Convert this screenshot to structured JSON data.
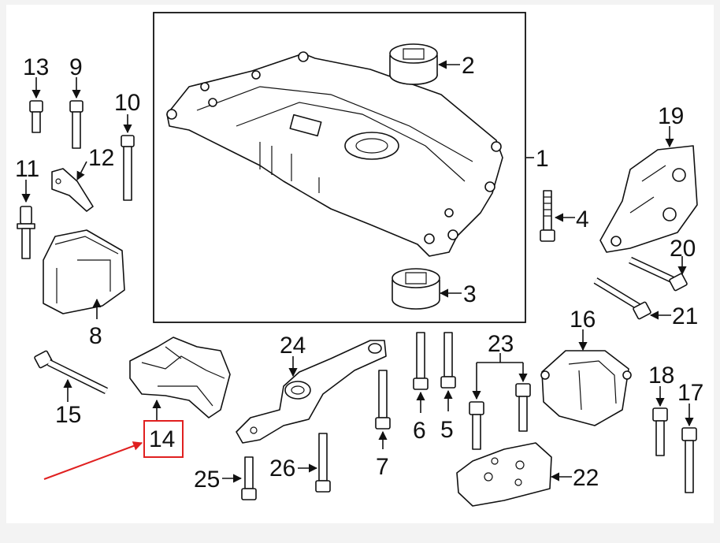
{
  "diagram": {
    "callouts": {
      "c1": "1",
      "c2": "2",
      "c3": "3",
      "c4": "4",
      "c5": "5",
      "c6": "6",
      "c7": "7",
      "c8": "8",
      "c9": "9",
      "c10": "10",
      "c11": "11",
      "c12": "12",
      "c13": "13",
      "c14": "14",
      "c15": "15",
      "c16": "16",
      "c17": "17",
      "c18": "18",
      "c19": "19",
      "c20": "20",
      "c21": "21",
      "c22": "22",
      "c23": "23",
      "c24": "24",
      "c25": "25",
      "c26": "26"
    },
    "highlight": {
      "callout": "14",
      "color": "#e02020"
    },
    "background": "#f3f3f3",
    "panel_background": "#ffffff"
  }
}
